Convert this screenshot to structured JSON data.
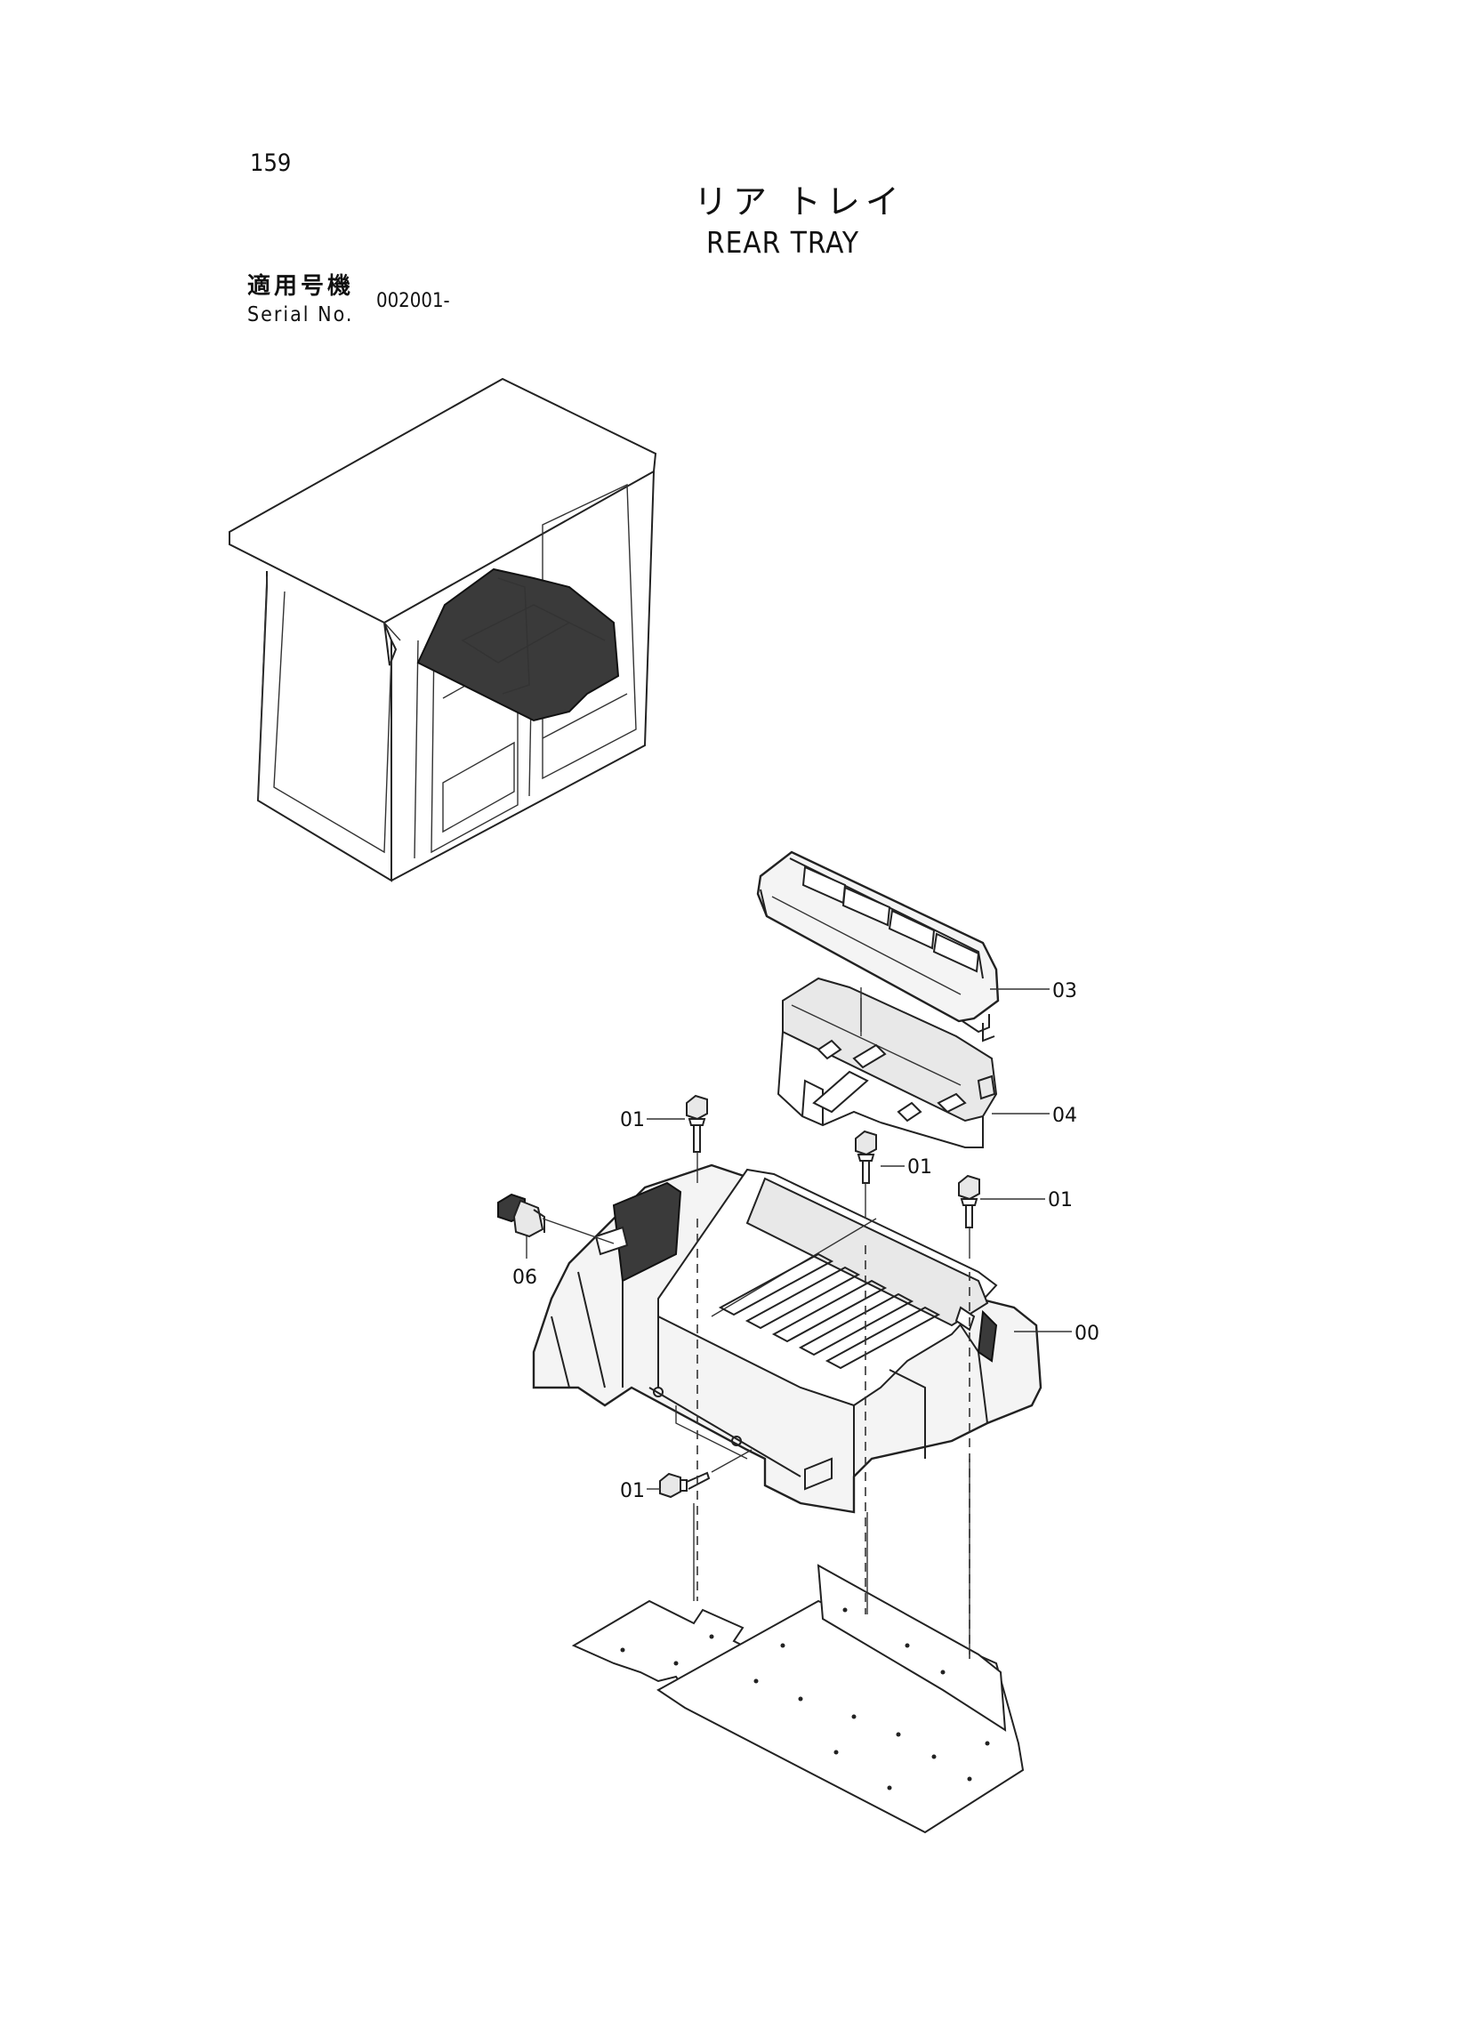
{
  "page": {
    "number": "159",
    "title_jp": "リア トレイ",
    "title_en": "REAR TRAY",
    "serial_label_jp": "適用号機",
    "serial_label_en": "Serial No.",
    "serial_value": "002001-"
  },
  "callouts": {
    "c03": "03",
    "c04": "04",
    "c01_top_left": "01",
    "c01_top_mid": "01",
    "c01_right": "01",
    "c06": "06",
    "c00": "00",
    "c01_bottom": "01"
  }
}
